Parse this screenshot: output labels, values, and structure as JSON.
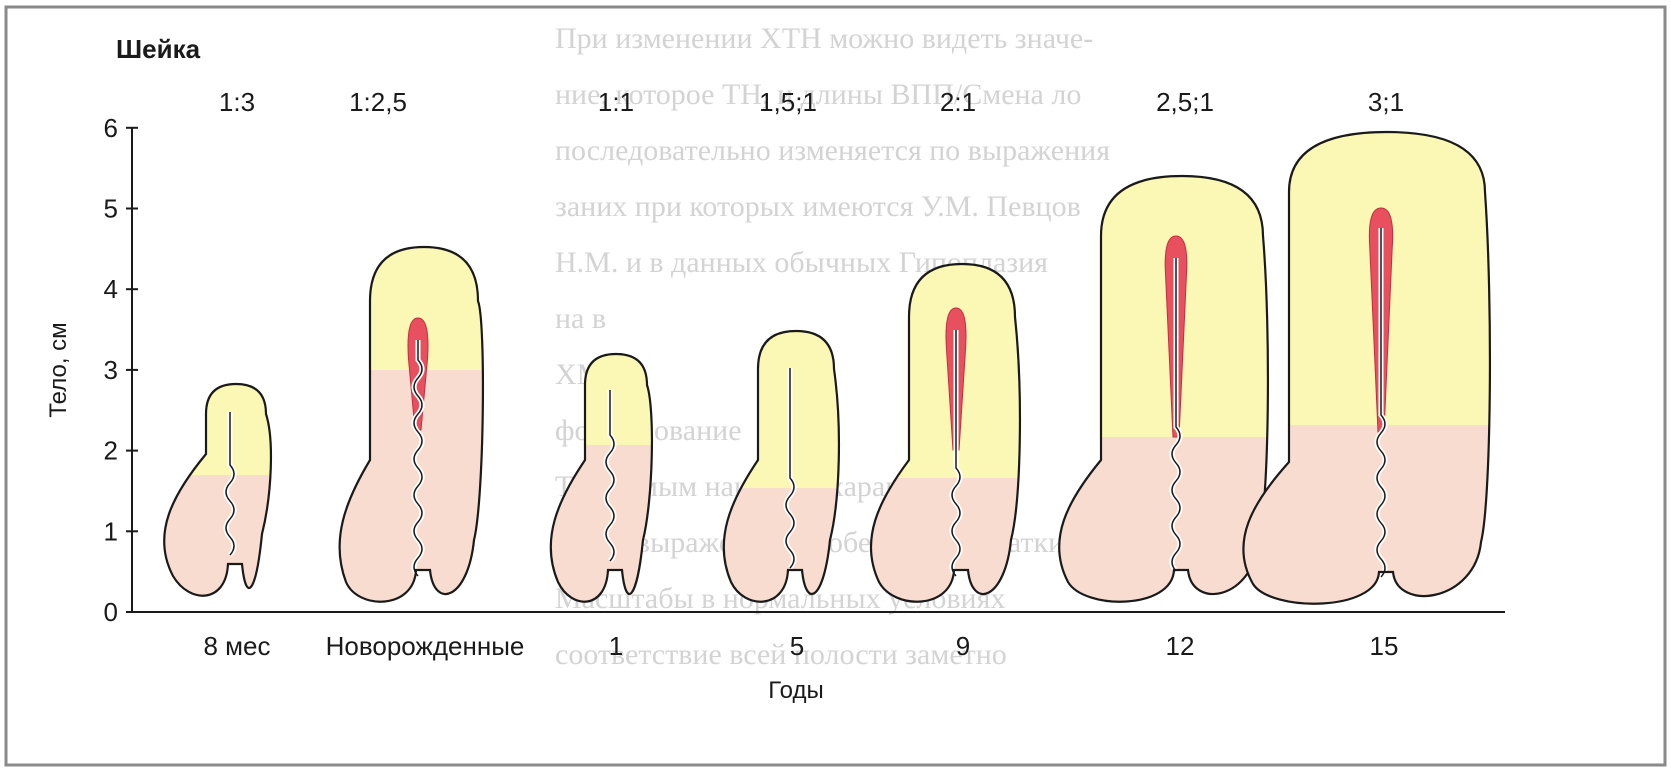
{
  "figure": {
    "heading": "Шейка",
    "y_axis_label": "Тело, см",
    "x_axis_label": "Годы",
    "y_ticks": [
      "0",
      "1",
      "2",
      "3",
      "4",
      "5",
      "6"
    ],
    "ratios": [
      "1:3",
      "1:2,5",
      "1:1",
      "1,5;1",
      "2:1",
      "2,5;1",
      "3;1"
    ],
    "ages": [
      "8 мес",
      "Новорожденные",
      "1",
      "5",
      "9",
      "12",
      "15"
    ]
  },
  "colors": {
    "body_yellow": "#fbf7b4",
    "cervix_pink": "#f9dcd0",
    "cavity_red": "#e8505f",
    "outline": "#1a1a1a",
    "frame": "#8a8a8a",
    "background_text": "#d3d3d3"
  },
  "background_page": {
    "note": "",
    "lines": [
      "При изменении ХТН можно видеть значе-",
      "ние, которое ТН, и длины ВПП/Смена ло",
      "последовательно изменяется по выражения",
      "заних при которых имеются У.М. Певцов",
      "Н.М. и в данных обычных Гипоплазия",
      "на в",
      "ХМ.",
      "формирование",
      "Тем самым наиболее характерной",
      "Более выраженная особенностью матки",
      "Масштабы в нормальных условиях",
      "соответствие всей полости заметно"
    ]
  }
}
